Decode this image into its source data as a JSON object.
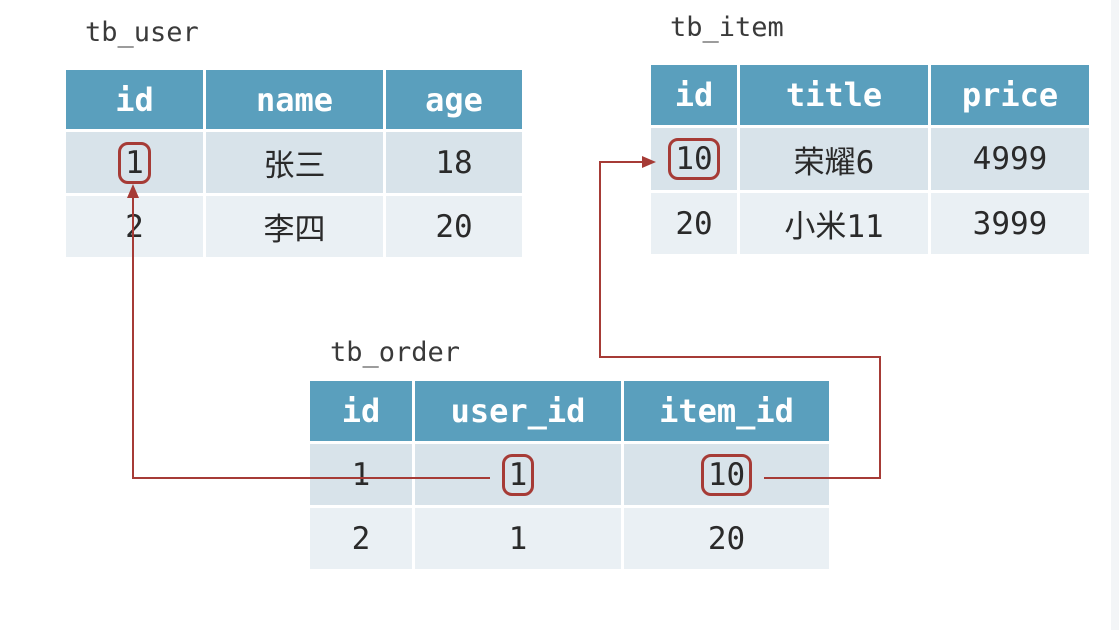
{
  "tb_user": {
    "name": "tb_user",
    "headers": [
      "id",
      "name",
      "age"
    ],
    "rows": [
      [
        "1",
        "张三",
        "18"
      ],
      [
        "2",
        "李四",
        "20"
      ]
    ]
  },
  "tb_item": {
    "name": "tb_item",
    "headers": [
      "id",
      "title",
      "price"
    ],
    "rows": [
      [
        "10",
        "荣耀6",
        "4999"
      ],
      [
        "20",
        "小米11",
        "3999"
      ]
    ]
  },
  "tb_order": {
    "name": "tb_order",
    "headers": [
      "id",
      "user_id",
      "item_id"
    ],
    "rows": [
      [
        "1",
        "1",
        "10"
      ],
      [
        "2",
        "1",
        "20"
      ]
    ]
  },
  "relations": [
    {
      "from": "tb_order.user_id",
      "to": "tb_user.id",
      "value": "1"
    },
    {
      "from": "tb_order.item_id",
      "to": "tb_item.id",
      "value": "10"
    }
  ],
  "colors": {
    "header": "#5a9fbd",
    "row_dark": "#d8e3ea",
    "row_light": "#eaf0f4",
    "link": "#a63b36"
  }
}
